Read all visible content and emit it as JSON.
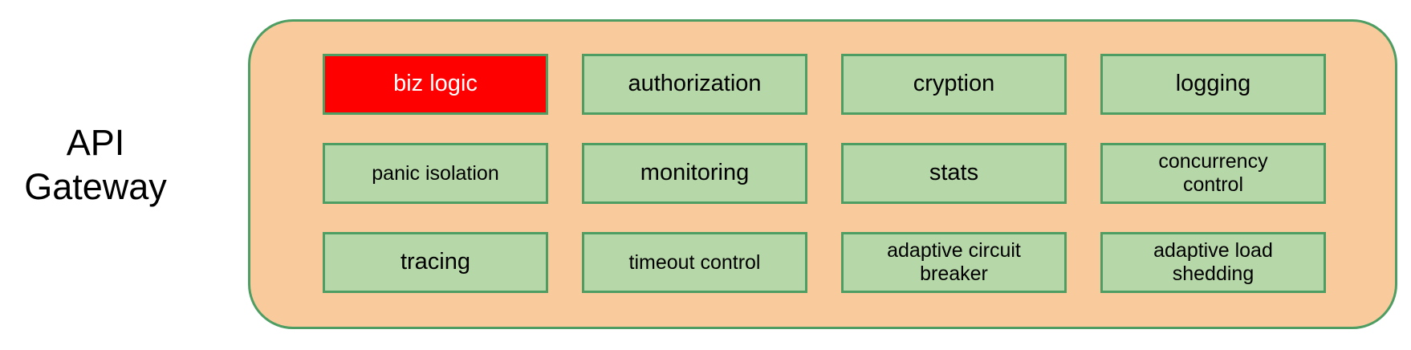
{
  "diagram": {
    "title": "API\nGateway",
    "container_name": "API Gateway",
    "cells": [
      {
        "id": "biz-logic",
        "label": "biz logic",
        "variant": "highlight",
        "row": 1,
        "col": 1
      },
      {
        "id": "authorization",
        "label": "authorization",
        "variant": "normal",
        "row": 1,
        "col": 2
      },
      {
        "id": "cryption",
        "label": "cryption",
        "variant": "normal",
        "row": 1,
        "col": 3
      },
      {
        "id": "logging",
        "label": "logging",
        "variant": "normal",
        "row": 1,
        "col": 4
      },
      {
        "id": "panic-isolation",
        "label": "panic isolation",
        "variant": "normal",
        "row": 2,
        "col": 1
      },
      {
        "id": "monitoring",
        "label": "monitoring",
        "variant": "normal",
        "row": 2,
        "col": 2
      },
      {
        "id": "stats",
        "label": "stats",
        "variant": "normal",
        "row": 2,
        "col": 3
      },
      {
        "id": "concurrency-control",
        "label": "concurrency control",
        "variant": "normal",
        "row": 2,
        "col": 4
      },
      {
        "id": "tracing",
        "label": "tracing",
        "variant": "normal",
        "row": 3,
        "col": 1
      },
      {
        "id": "timeout-control",
        "label": "timeout control",
        "variant": "normal",
        "row": 3,
        "col": 2
      },
      {
        "id": "adaptive-circuit-breaker",
        "label": "adaptive circuit breaker",
        "variant": "normal",
        "row": 3,
        "col": 3
      },
      {
        "id": "adaptive-load-shedding",
        "label": "adaptive load shedding",
        "variant": "normal",
        "row": 3,
        "col": 4
      }
    ],
    "colors": {
      "container_fill": "#F9CB9C",
      "border_green": "#4E9E63",
      "cell_fill": "#B6D7A8",
      "highlight_fill": "#FF0000",
      "highlight_text": "#FFFFFF",
      "text": "#000000",
      "page_background": "#FFFFFF"
    }
  }
}
